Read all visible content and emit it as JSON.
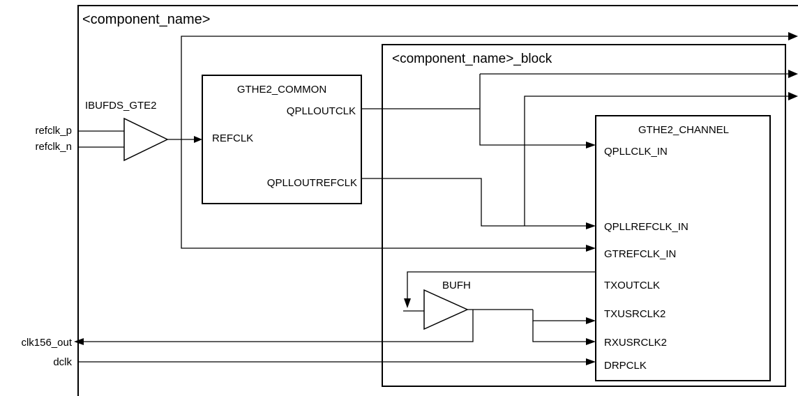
{
  "outer": {
    "title": "<component_name>"
  },
  "block": {
    "title": "<component_name>_block"
  },
  "ibufds": {
    "label": "IBUFDS_GTE2"
  },
  "common": {
    "title": "GTHE2_COMMON",
    "ports": {
      "refclk": "REFCLK",
      "qplloutclk": "QPLLOUTCLK",
      "qplloutrefclk": "QPLLOUTREFCLK"
    }
  },
  "channel": {
    "title": "GTHE2_CHANNEL",
    "ports": {
      "qpllclk_in": "QPLLCLK_IN",
      "qpllrefclk_in": "QPLLREFCLK_IN",
      "gtrefclk_in": "GTREFCLK_IN",
      "txoutclk": "TXOUTCLK",
      "txusrclk2": "TXUSRCLK2",
      "rxusrclk2": "RXUSRCLK2",
      "drpclk": "DRPCLK"
    }
  },
  "bufh": {
    "label": "BUFH"
  },
  "signals": {
    "refclk_p": "refclk_p",
    "refclk_n": "refclk_n",
    "clk156_out": "clk156_out",
    "dclk": "dclk"
  }
}
